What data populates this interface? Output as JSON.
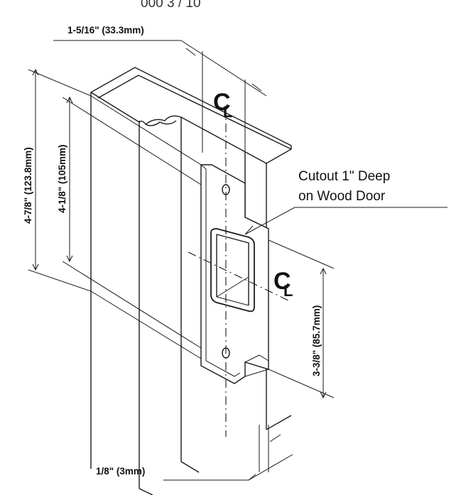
{
  "top_partial_text": "000 3 / 10",
  "dimensions": {
    "width_top": "1-5/16\" (33.3mm)",
    "overall_height": "4-7/8\" (123.8mm)",
    "mount_height": "4-1/8\" (105mm)",
    "cutout_height": "3-3/8\" (85.7mm)",
    "lip_offset": "1/8\" (3mm)"
  },
  "note": {
    "line1": "Cutout 1\"  Deep",
    "line2": "on Wood Door"
  },
  "centerline_symbol": "C",
  "centerline_sub": "L",
  "centerline_upper_symbol": "C",
  "centerline_upper_sub": "L"
}
